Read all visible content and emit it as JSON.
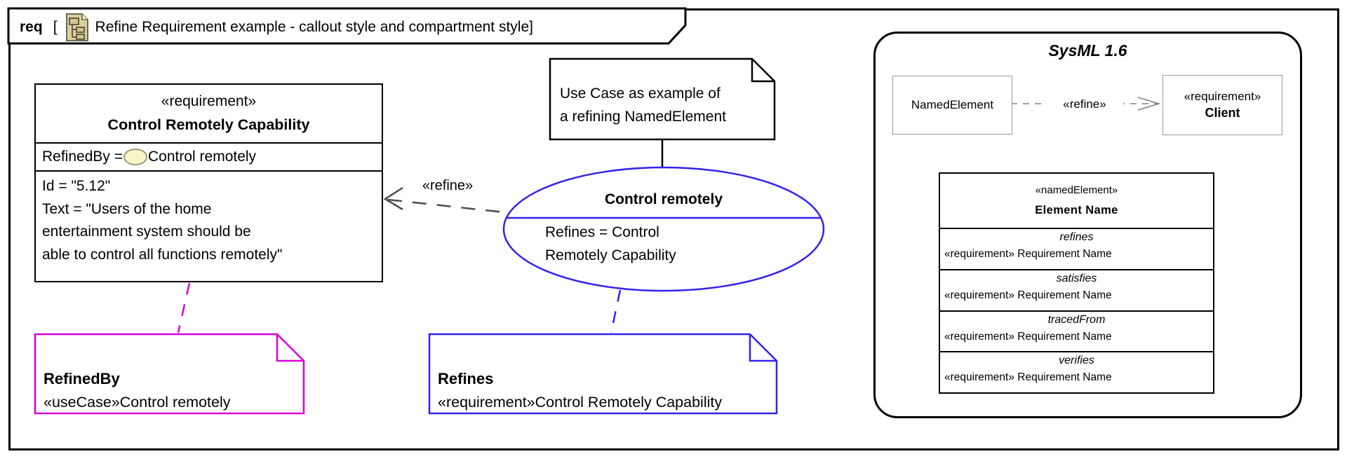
{
  "colors": {
    "blue": "#3322EE",
    "magenta": "#DB00DB",
    "dash_gray": "#4B4B4B",
    "arrow_gray": "#808080",
    "box_gray": "#9A9A9A",
    "icon_tan": "#DBCEA0",
    "icon_tan_border": "#6B6B52",
    "usecase_icon_fill": "#F8F5C8",
    "usecase_icon_border": "#9A9A72"
  },
  "tab": {
    "kind": "req",
    "open_bracket": "[",
    "title": "Refine Requirement example - callout style and compartment style]"
  },
  "requirement_box": {
    "stereotype": "«requirement»",
    "name": "Control Remotely Capability",
    "refinedby_prefix": "RefinedBy = ",
    "refinedby_value": "Control remotely",
    "id_line": "Id = \"5.12\"",
    "text_line1": "Text = \"Users of the home",
    "text_line2": "entertainment system should be",
    "text_line3": "able to control all functions remotely\""
  },
  "usecase_note": {
    "line1": "Use Case as example of",
    "line2": "a refining NamedElement"
  },
  "refine_edge_label": "«refine»",
  "usecase_ellipse": {
    "name": "Control remotely",
    "refines_line1": "Refines = Control",
    "refines_line2": "Remotely Capability"
  },
  "refinedby_note": {
    "title": "RefinedBy",
    "body": "«useCase»Control remotely"
  },
  "refines_note": {
    "title": "Refines",
    "body": "«requirement»Control Remotely Capability"
  },
  "sysml_panel": {
    "title": "SysML 1.6",
    "named_element_label": "NamedElement",
    "refine_label": "«refine»",
    "client_stereotype": "«requirement»",
    "client_name": "Client",
    "table": {
      "stereotype": "«namedElement»",
      "name": "Element Name",
      "rows": [
        {
          "relation": "refines",
          "value": "«requirement» Requirement Name"
        },
        {
          "relation": "satisfies",
          "value": "«requirement» Requirement Name"
        },
        {
          "relation": "tracedFrom",
          "value": "«requirement» Requirement Name"
        },
        {
          "relation": "verifies",
          "value": "«requirement» Requirement Name"
        }
      ]
    }
  }
}
